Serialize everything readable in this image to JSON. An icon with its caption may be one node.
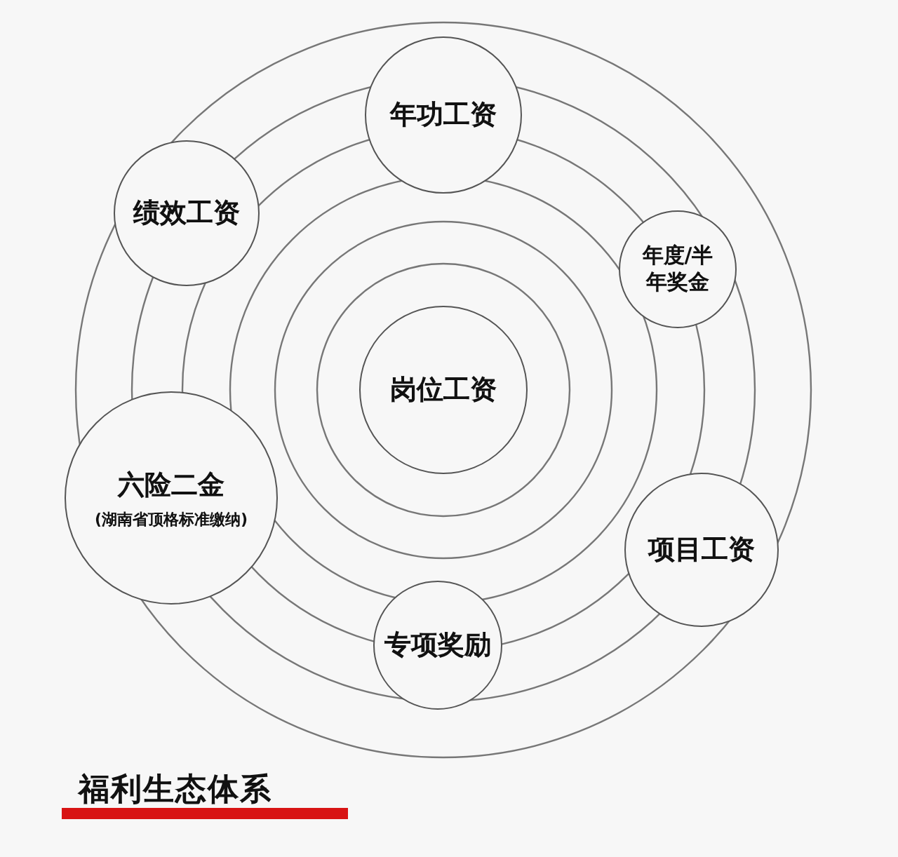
{
  "diagram": {
    "title": "福利生态体系",
    "nodes": [
      {
        "text": [
          "年功工资"
        ]
      },
      {
        "text": [
          "绩效工资"
        ]
      },
      {
        "text": [
          "年度/半年奖金"
        ]
      },
      {
        "text": [
          "岗位工资"
        ]
      },
      {
        "text": [
          "六险二金",
          "(湖南省顶格标准缴纳)"
        ]
      },
      {
        "text": [
          "项目工资"
        ]
      },
      {
        "text": [
          "专项奖励"
        ]
      }
    ],
    "edges": []
  }
}
